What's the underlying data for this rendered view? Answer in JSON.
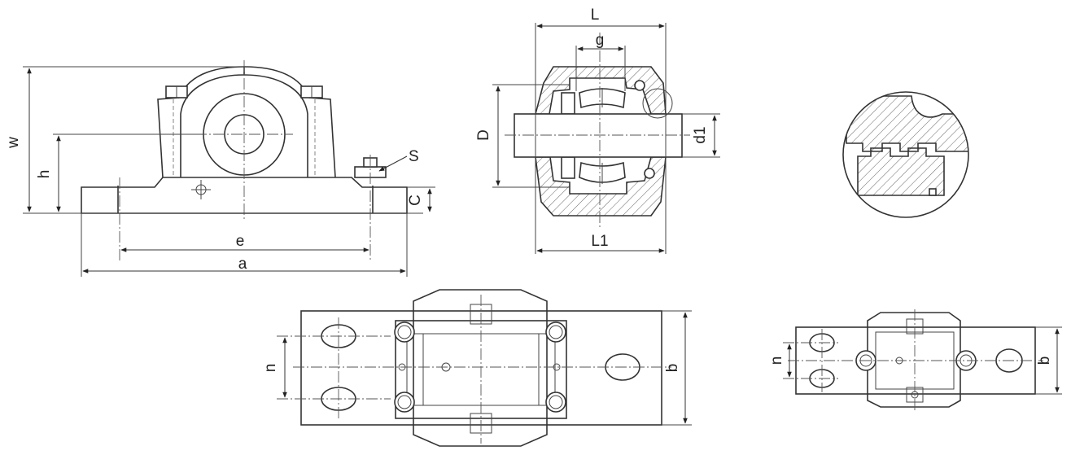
{
  "labels": {
    "w": "w",
    "h": "h",
    "S": "S",
    "C": "C",
    "e": "e",
    "a": "a",
    "L": "L",
    "g": "g",
    "D": "D",
    "d1": "d1",
    "L1": "L1",
    "n_main": "n",
    "b_main": "b",
    "n_small": "n",
    "b_small": "b"
  },
  "colors": {
    "line": "#333333",
    "background": "#ffffff",
    "hatch": "#666666"
  }
}
